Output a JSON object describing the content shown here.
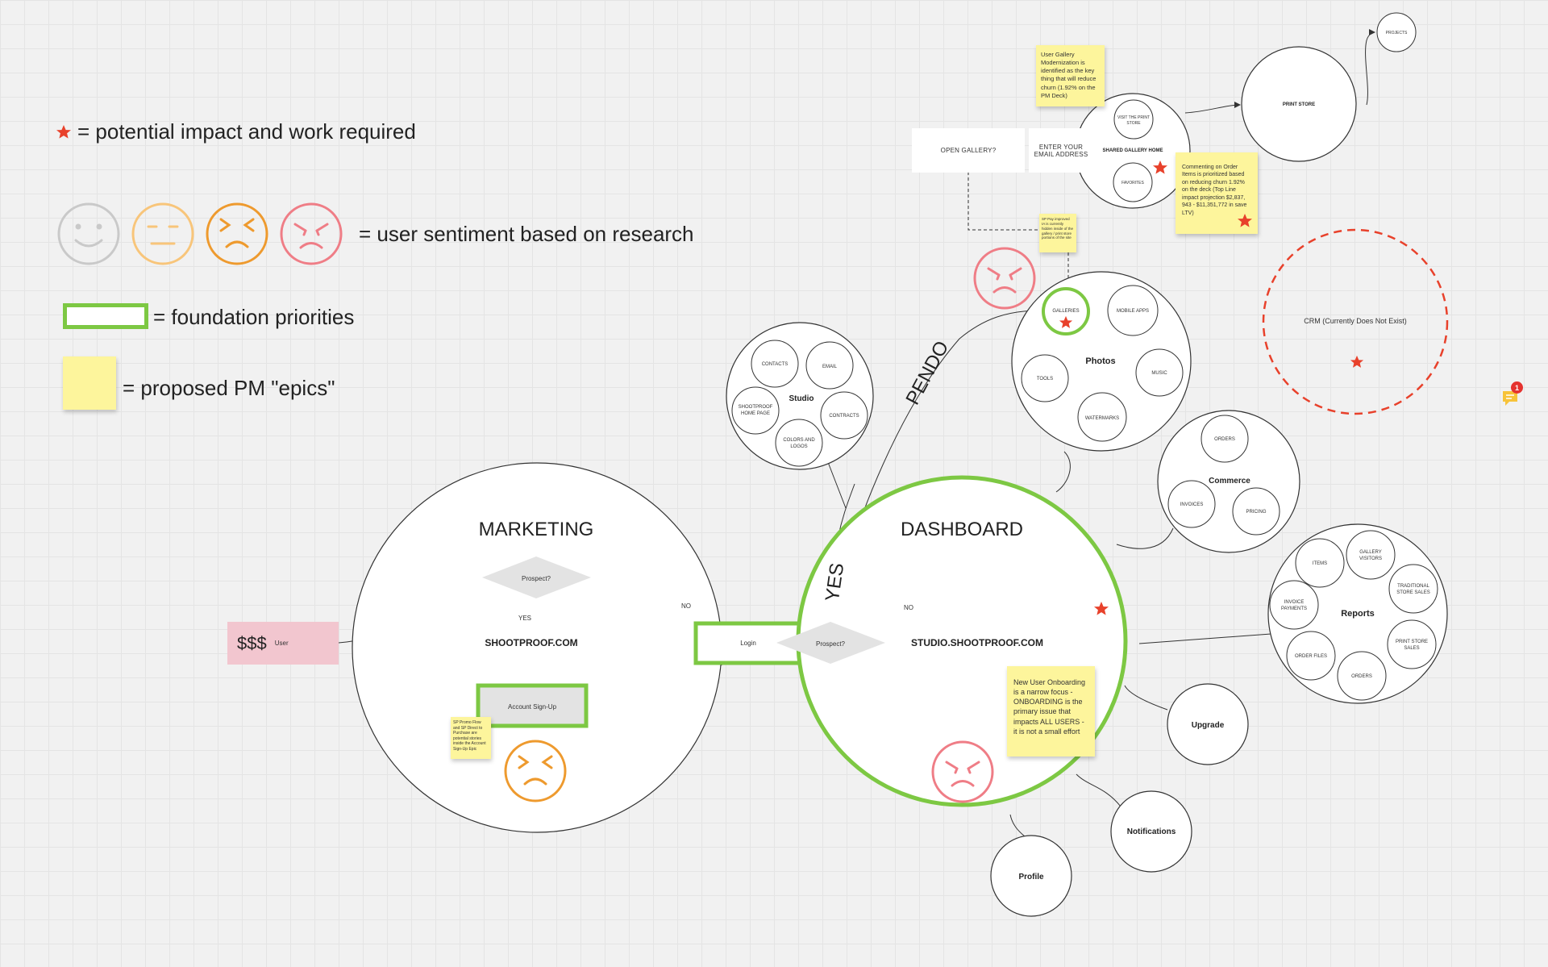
{
  "legend": {
    "star_text": "= potential impact and work required",
    "sentiment_text": "= user sentiment based on research",
    "foundation_text": "= foundation priorities",
    "epics_text": "= proposed PM \"epics\""
  },
  "colors": {
    "background": "#f1f1f1",
    "green": "#7dc843",
    "star": "#e8412b",
    "sticky": "#fdf59c",
    "pink": "#f2c6cf",
    "face_gray": "#c9c9c9",
    "face_light_orange": "#f8c57a",
    "face_orange": "#ee9a2e",
    "face_red": "#ef7d86"
  },
  "marketing": {
    "title": "MARKETING",
    "decision": "Prospect?",
    "yes_label": "YES",
    "no_label": "NO",
    "site": "SHOOTPROOF.COM",
    "signup": "Account Sign-Up",
    "sticky": "SP Promo Flow and SP Direct to Purchase are potential stories inside the Account Sign-Up Epic"
  },
  "user_box": {
    "money": "$$$",
    "label": "User"
  },
  "login": "Login",
  "dashboard": {
    "title": "DASHBOARD",
    "decision": "Prospect?",
    "no_label": "NO",
    "site": "STUDIO.SHOOTPROOF.COM",
    "sticky": "New User Onboarding is a narrow focus - ONBOARDING is the primary issue that impacts ALL USERS - it is not a small effort"
  },
  "path_labels": {
    "yes": "YES",
    "pendo": "PENDO"
  },
  "studio": {
    "title": "Studio",
    "items": [
      "CONTACTS",
      "EMAIL",
      "SHOOTPROOF HOME PAGE",
      "CONTRACTS",
      "COLORS AND LOGOS"
    ]
  },
  "photos": {
    "title": "Photos",
    "items": [
      "GALLERIES",
      "MOBILE APPS",
      "TOOLS",
      "MUSIC",
      "WATERMARKS"
    ]
  },
  "commerce": {
    "title": "Commerce",
    "items": [
      "ORDERS",
      "INVOICES",
      "PRICING"
    ]
  },
  "reports": {
    "title": "Reports",
    "items": [
      "ITEMS",
      "GALLERY VISITORS",
      "INVOICE PAYMENTS",
      "TRADITIONAL STORE SALES",
      "ORDER FILES",
      "PRINT STORE SALES",
      "ORDERS"
    ]
  },
  "upgrade": "Upgrade",
  "notifications": "Notifications",
  "profile": "Profile",
  "crm": "CRM (Currently Does Not Exist)",
  "gallery_flow": {
    "open_gallery": "OPEN GALLERY?",
    "enter_email": "ENTER YOUR EMAIL ADDRESS",
    "shared_home": "SHARED GALLERY HOME",
    "visit_print_store": "VISIT THE PRINT STORE",
    "favorites": "FAVORITES",
    "print_store": "PRINT STORE",
    "projects": "PROJECTS"
  },
  "stickies": {
    "gallery_modernization": "User Gallery Modernization is identified as the key thing that will reduce churn (1.92% on the PM Deck)",
    "commenting": "Commenting on Order Items is prioritized based on reducing churn 1.92% on the deck (Top Line impact projection $2,837, 943 - $11,351,772 in save LTV)",
    "sp_pay": "SP Pay improved IA is currently hidden inside of the gallery / print store portions of the site"
  },
  "notification_badge": "1"
}
